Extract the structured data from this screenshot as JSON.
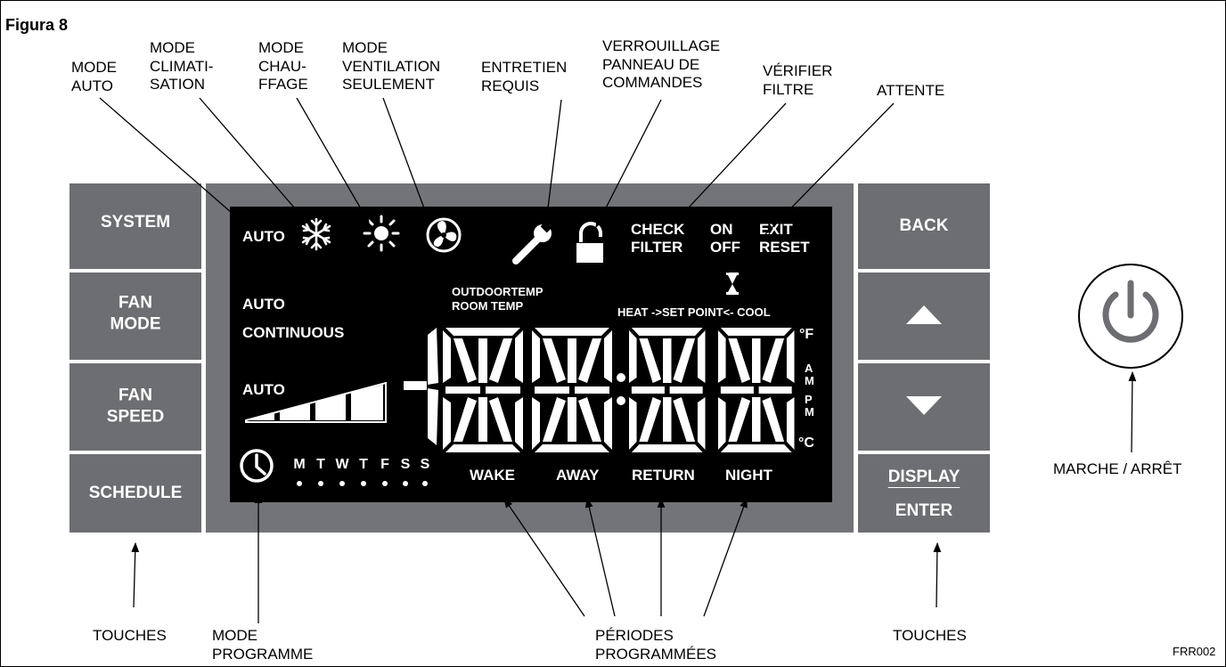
{
  "figure_label": "Figura 8",
  "figure_code": "FRR002",
  "colors": {
    "key_gray": "#6d6e71",
    "bezel": "#737477",
    "screen": "#000000",
    "lcd_text": "#ffffff"
  },
  "callouts": {
    "mode_auto": "MODE\nAUTO",
    "mode_cooling": "MODE\nCLIMATI-\nSATION",
    "mode_heating": "MODE\nCHAU-\nFFAGE",
    "mode_fan_only": "MODE\nVENTILATION\nSEULEMENT",
    "service_required": "ENTRETIEN\nREQUIS",
    "panel_lock": "VERROUILLAGE\nPANNEAU DE\nCOMMANDES",
    "check_filter": "VÉRIFIER\nFILTRE",
    "wait": "ATTENTE",
    "keys_left": "TOUCHES",
    "program_mode": "MODE\nPROGRAMME",
    "program_periods": "PÉRIODES\nPROGRAMMÉES",
    "keys_right": "TOUCHES",
    "power": "MARCHE / ARRÊT"
  },
  "left_keys": [
    "SYSTEM",
    "FAN\nMODE",
    "FAN\nSPEED",
    "SCHEDULE"
  ],
  "right_keys": {
    "back": "BACK",
    "display": "DISPLAY",
    "enter": "ENTER"
  },
  "right_key_icons": [
    "triangle-up-icon",
    "triangle-down-icon"
  ],
  "lcd": {
    "system_auto": "AUTO",
    "fan_mode_auto": "AUTO",
    "fan_mode_continuous": "CONTINUOUS",
    "fan_speed_auto": "AUTO",
    "check_filter": "CHECK\nFILTER",
    "on_off": "ON\nOFF",
    "exit_reset": "EXIT\nRESET",
    "outdoor_room_temp": "OUTDOORTEMP\nROOM TEMP",
    "heat_set_cool": "HEAT ->SET POINT<- COOL",
    "unit_f": "°F",
    "unit_c": "°C",
    "am": "A\nM",
    "pm": "P\nM",
    "days": [
      "M",
      "T",
      "W",
      "T",
      "F",
      "S",
      "S"
    ],
    "periods": [
      "WAKE",
      "AWAY",
      "RETURN",
      "NIGHT"
    ],
    "icons": [
      "snowflake-icon",
      "sun-icon",
      "fan-icon",
      "wrench-icon",
      "padlock-icon",
      "hourglass-icon",
      "clock-icon",
      "power-icon"
    ]
  }
}
